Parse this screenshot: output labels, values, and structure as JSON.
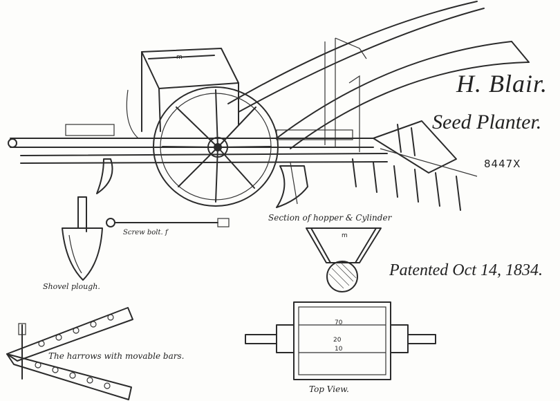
{
  "inventor": "H. Blair.",
  "invention": "Seed Planter.",
  "patent_number": "8447X",
  "patented": "Patented Oct 14, 1834.",
  "captions": {
    "section": "Section of hopper & Cylinder",
    "screw_bolt": "Screw bolt. f",
    "shovel_plough": "Shovel plough.",
    "harrows": "The harrows with movable bars.",
    "top_view": "Top View."
  },
  "part_letters": {
    "hopper": "m",
    "section_hopper": "m",
    "cyl_1": "70",
    "cyl_2": "20",
    "cyl_3": "10"
  },
  "colors": {
    "ink": "#2b2b2b",
    "paper": "#fdfdfb"
  }
}
